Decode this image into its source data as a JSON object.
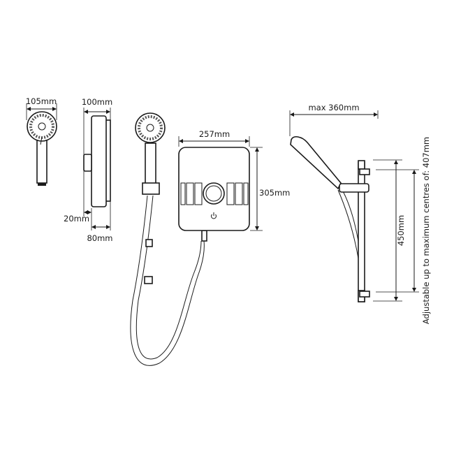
{
  "dimensions": {
    "handset_width": "105mm",
    "unit_depth": "100mm",
    "wall_gap": "20mm",
    "body_depth": "80mm",
    "unit_width": "257mm",
    "unit_height": "305mm",
    "handset_reach": "max 360mm",
    "riser_length": "450mm",
    "riser_centres": "Adjustable up to maximum centres of: 407mm"
  },
  "colors": {
    "line": "#1a1a1a",
    "background": "#ffffff"
  }
}
